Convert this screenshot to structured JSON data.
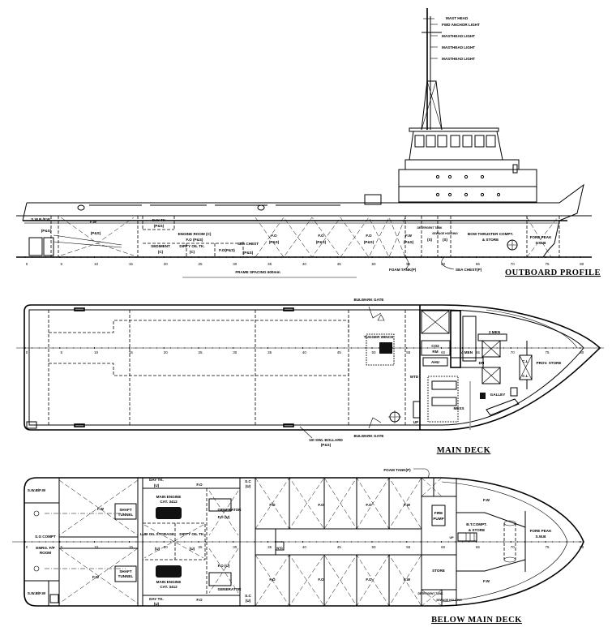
{
  "frame_labels": [
    "0",
    "5",
    "10",
    "15",
    "20",
    "25",
    "30",
    "35",
    "40",
    "45",
    "50",
    "55",
    "60",
    "65",
    "70",
    "75",
    "80"
  ],
  "profile": {
    "title": "OUTBOARD PROFILE",
    "frame_spacing": "FRAME SPACING 600mm",
    "mast_labels": [
      "MAST HEAD",
      "FWD ANCHOR LIGHT",
      "MASTHEAD LIGHT",
      "MASTHEAD LIGHT",
      "MASTHEAD LIGHT"
    ],
    "swb_fw": "S.W.B./F.W",
    "ps": "(P&S)",
    "fw": "F.W",
    "day_tk": "DAY TK",
    "engine_room": "ENGINE ROOM (C)",
    "engine_room_fo": "F.O (P&S)",
    "sediment": "SEDIMENT",
    "c": "(C)",
    "dirty_oil": "DIRTY OIL TK.",
    "fo_ps": "F.O(P&S)",
    "sea_chest": "SEA CHEST",
    "fo": "F.O",
    "detergent": "DETERGENT TANK",
    "sewage": "SEWAGE HOLDING",
    "s": "(S)",
    "bow_thruster": "BOW THRUSTER COMPT.",
    "and_store": "& STORE",
    "fore_peak": "FORE PEAK",
    "swb": "S.W.B",
    "foam_tank": "FOAM TANK(P)",
    "sea_chest_p": "SEA CHEST(P)"
  },
  "main_deck": {
    "title": "MAIN DECK",
    "bulwark_gate": "BULWARK GATE",
    "tugger_winch": "TUGGER WINCH",
    "co2_rm": "CO2",
    "rm": "RM",
    "ahu": "AHU",
    "four_men": "4 MEN",
    "two_men": "2 MEN",
    "prov_store": "PROV. STORE",
    "cl": "C.L",
    "mess": "MESS",
    "galley": "GALLEY",
    "wtd": "WTD",
    "up": "UP",
    "dn": "DN",
    "bollard": "10t SWL BOLLARD",
    "bollard_ps": "(P&S)"
  },
  "below_deck": {
    "title": "BELOW MAIN DECK",
    "swb_fw": "S.W.B/F.W",
    "fw": "F.W",
    "shaft_tunnel_1": "SHAFT",
    "shaft_tunnel_2": "TUNNEL",
    "day_tk": "DAY TK.",
    "u": "(U)",
    "fo": "F.O",
    "sc": "S.C",
    "main_engine": "MAIN ENGINE",
    "cat": "CAT. 3412",
    "generator": "GENERATOR",
    "fo_u": "F.O (U)",
    "lub_oil": "LUB OIL STORAGE",
    "dirty_oil": "DIRTY OIL TK.",
    "sg_compt": "S.G COMPT",
    "emrg_fp": "EMRG. F/P",
    "room": "ROOM",
    "wtd": "WTD",
    "fire": "FIRE",
    "pump": "PUMP",
    "bt_compt": "B.T.COMPT.",
    "and_store": "& STORE",
    "store": "STORE",
    "detergent": "DETERGENT TANK",
    "sewage": "SEWAGE HOLDING",
    "fore_peak": "FORE PEAK",
    "swb": "S.W.B",
    "foam_tank": "FOAM TANK(P)",
    "up": "UP"
  }
}
